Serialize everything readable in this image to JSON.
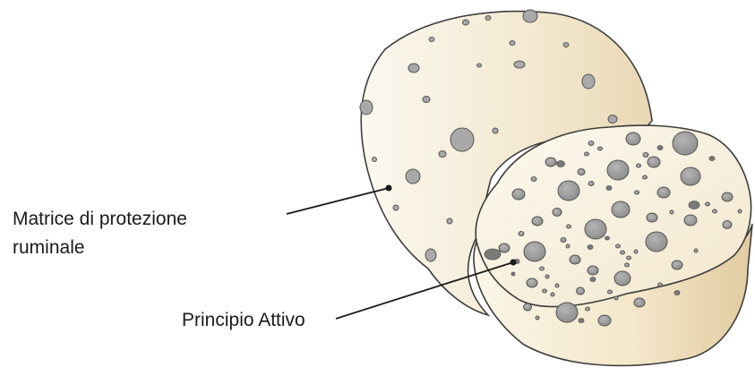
{
  "diagram": {
    "labels": {
      "matrix_line1": "Matrice di protezione",
      "matrix_line2": "ruminale",
      "active": "Principio Attivo"
    }
  }
}
